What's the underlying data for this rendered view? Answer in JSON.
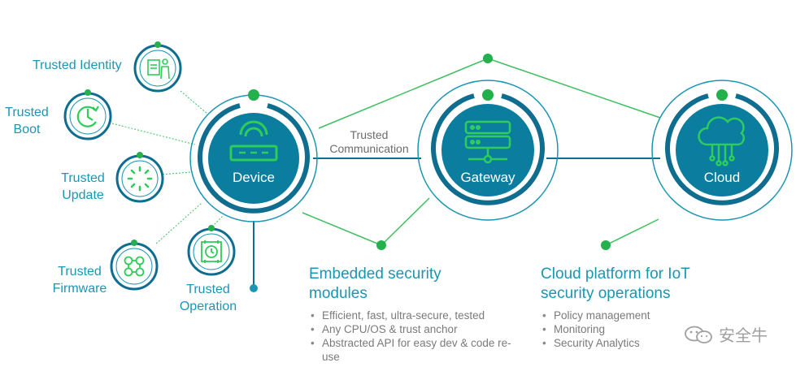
{
  "colors": {
    "accent_teal": "#1a96b3",
    "ring_blue": "#0f6e8f",
    "node_green": "#23b14d",
    "line_green": "#3fbf5f"
  },
  "satellites": [
    {
      "label_line1": "Trusted Identity",
      "label_line2": "",
      "icon": "id-badge-icon"
    },
    {
      "label_line1": "Trusted",
      "label_line2": "Boot",
      "icon": "clock-icon"
    },
    {
      "label_line1": "Trusted",
      "label_line2": "Update",
      "icon": "spinner-icon"
    },
    {
      "label_line1": "Trusted",
      "label_line2": "Firmware",
      "icon": "circuit-icon"
    },
    {
      "label_line1": "Trusted",
      "label_line2": "Operation",
      "icon": "gear-clock-icon"
    }
  ],
  "nodes": {
    "device": "Device",
    "gateway": "Gateway",
    "cloud": "Cloud"
  },
  "trusted_communication": {
    "line1": "Trusted",
    "line2": "Communication"
  },
  "sections": {
    "embedded": {
      "title_line1": "Embedded security",
      "title_line2": "modules",
      "bullets": [
        "Efficient, fast, ultra-secure, tested",
        "Any CPU/OS & trust anchor",
        "Abstracted API for easy dev & code re-use"
      ]
    },
    "cloud": {
      "title_line1": "Cloud platform for IoT",
      "title_line2": "security operations",
      "bullets": [
        "Policy management",
        "Monitoring",
        "Security Analytics"
      ]
    }
  },
  "watermark": {
    "text": "安全牛",
    "icon": "wechat-icon"
  }
}
